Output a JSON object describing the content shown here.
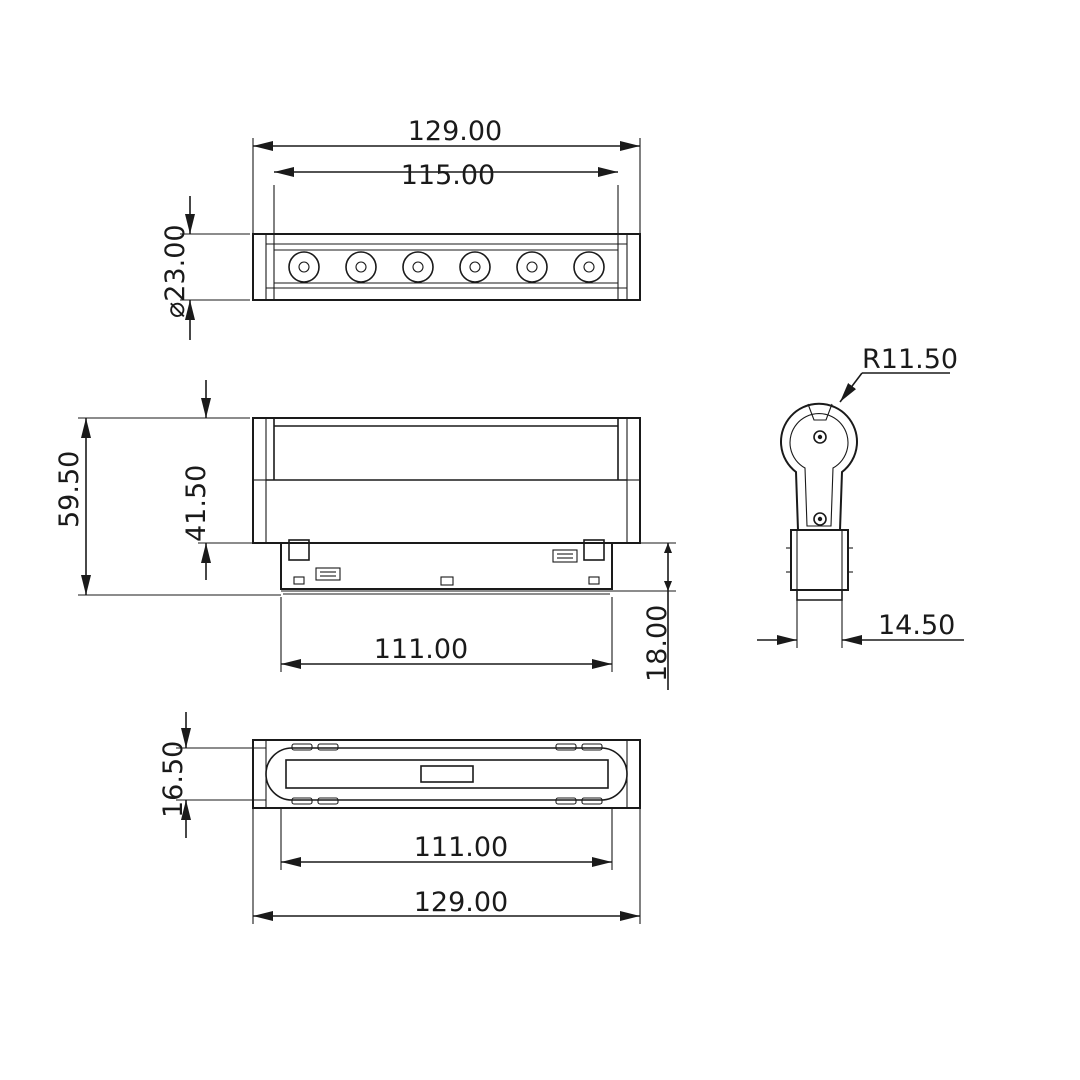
{
  "top_view": {
    "overall_length": "129.00",
    "lens_span": "115.00",
    "diameter": "23.00",
    "diameter_symbol": "⌀",
    "lens_count": 6
  },
  "front_view": {
    "overall_height": "59.50",
    "body_height": "41.50",
    "base_length": "111.00",
    "adapter_height": "18.00"
  },
  "side_view": {
    "radius": "R11.50",
    "adapter_width": "14.50"
  },
  "bottom_view": {
    "depth": "16.50",
    "inner_length": "111.00",
    "overall_length": "129.00"
  },
  "colors": {
    "line": "#1a1a1a",
    "background": "#ffffff"
  }
}
